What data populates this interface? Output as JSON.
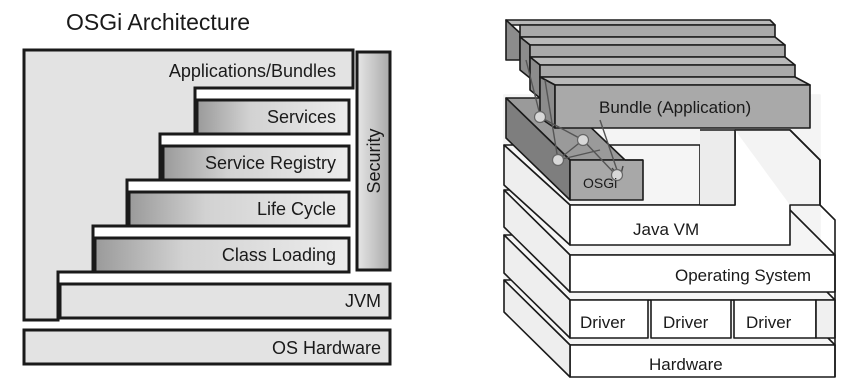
{
  "left_diagram": {
    "title": "OSGi Architecture",
    "layers": {
      "applications": "Applications/Bundles",
      "services": "Services",
      "registry": "Service Registry",
      "lifecycle": "Life Cycle",
      "classloading": "Class Loading",
      "jvm": "JVM",
      "os_hardware": "OS Hardware"
    },
    "security": "Security"
  },
  "right_diagram": {
    "bundle": "Bundle (Application)",
    "osgi": "OSGi",
    "java_vm": "Java VM",
    "operating_system": "Operating System",
    "drivers": [
      "Driver",
      "Driver",
      "Driver"
    ],
    "hardware": "Hardware"
  }
}
